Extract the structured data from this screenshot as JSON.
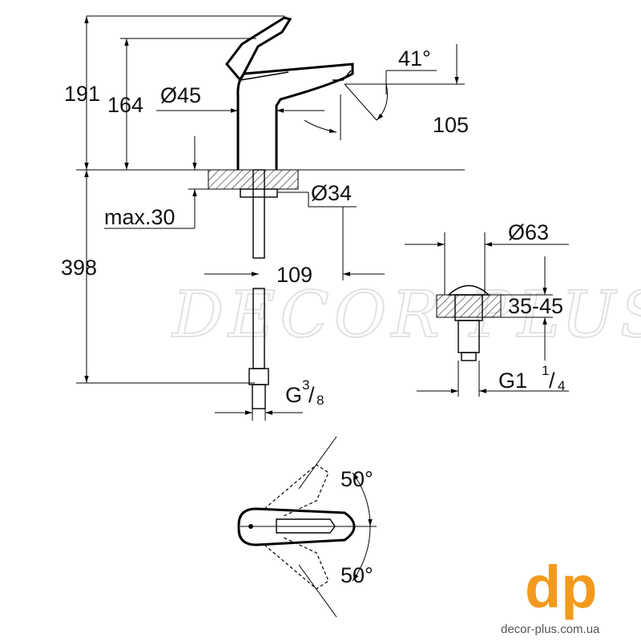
{
  "dimensions": {
    "d191": "191",
    "d164": "164",
    "dia45": "Ø45",
    "ang41": "41°",
    "d105": "105",
    "dia34": "Ø34",
    "max30": "max.30",
    "d398": "398",
    "d109": "109",
    "g_prefix": "G",
    "g_num": "3",
    "g_den": "8",
    "dia63": "Ø63",
    "r3545": "35-45",
    "g1_prefix": "G1",
    "g1_num": "1",
    "g1_den": "4",
    "ang50_top": "50°",
    "ang50_bottom": "50°"
  },
  "watermark": "DECOR PLUS",
  "logo": {
    "mark": "dp",
    "site": "decor-plus.com.ua",
    "color": "#f39a1e"
  }
}
